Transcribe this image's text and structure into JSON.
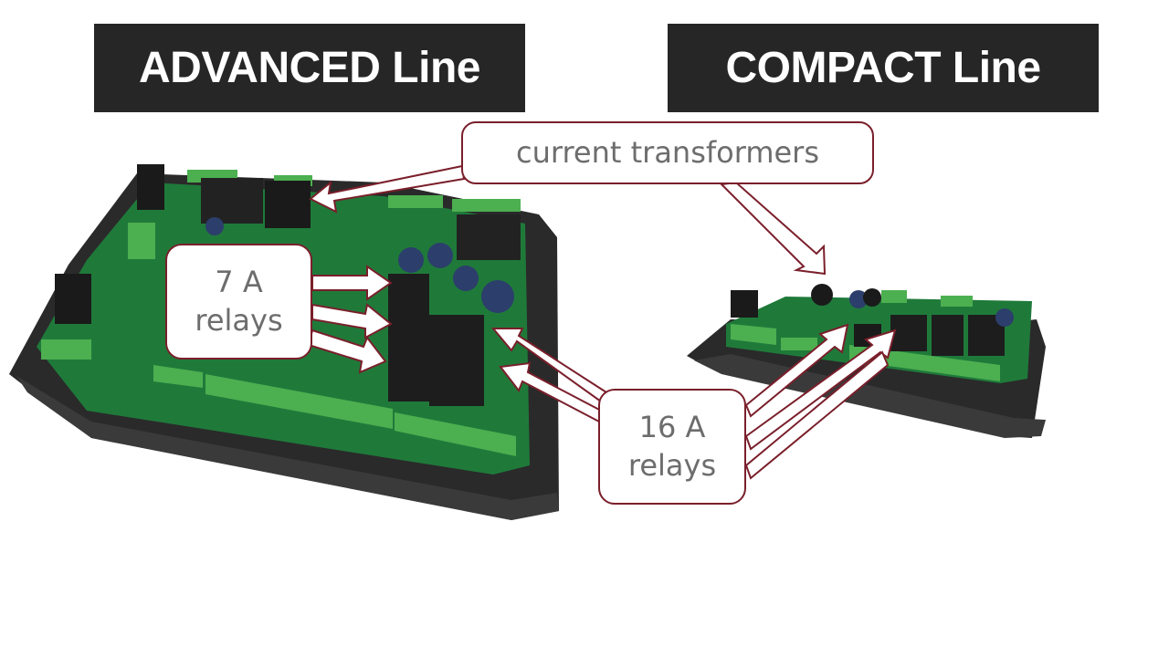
{
  "banners": {
    "advanced": "ADVANCED Line",
    "compact": "COMPACT Line"
  },
  "callouts": {
    "current_transformers": "current transformers",
    "relays_7a_line1": "7 A",
    "relays_7a_line2": "relays",
    "relays_16a_line1": "16 A",
    "relays_16a_line2": "relays"
  },
  "colors": {
    "banner_bg": "#262626",
    "banner_text": "#ffffff",
    "callout_border": "#7a1f2b",
    "callout_text": "#6d6d6d",
    "pcb_green": "#1f7a3a",
    "terminal_green": "#4caf50",
    "housing": "#2b2b2b"
  }
}
